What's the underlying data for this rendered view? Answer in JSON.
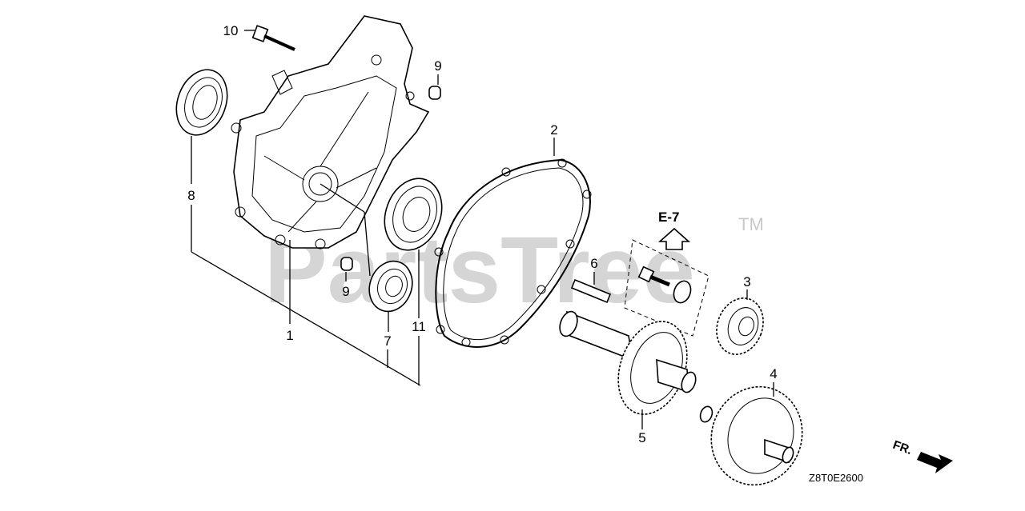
{
  "watermark": {
    "text": "PartsTree",
    "trademark": "TM"
  },
  "diagram_code": "Z8T0E2600",
  "reference": {
    "label": "E-7"
  },
  "direction_label": "FR.",
  "callouts": [
    "1",
    "2",
    "3",
    "4",
    "5",
    "6",
    "7",
    "8",
    "9",
    "9",
    "10",
    "11"
  ]
}
